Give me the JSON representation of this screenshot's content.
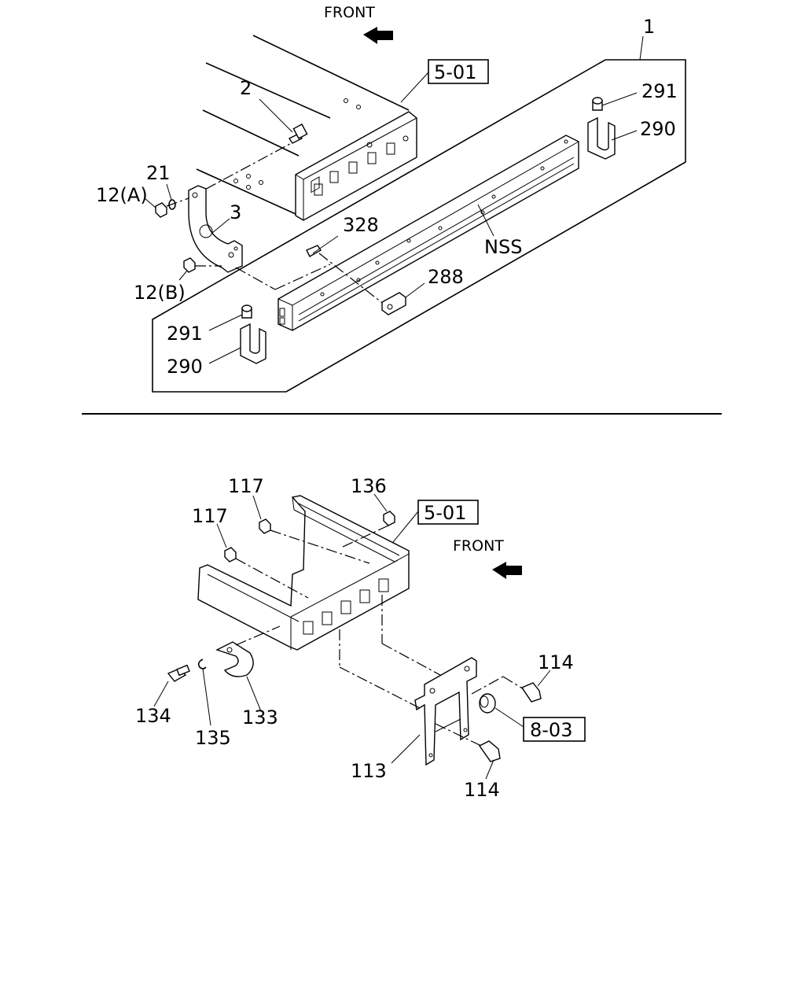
{
  "top_section": {
    "front_label": "FRONT",
    "ref_box": "5-01",
    "callouts": {
      "c1": "1",
      "c2": "2",
      "c21": "21",
      "c12a": "12(A)",
      "c3": "3",
      "c328": "328",
      "c12b": "12(B)",
      "c288": "288",
      "c291_right": "291",
      "c290_right": "290",
      "cnss": "NSS",
      "c291_left": "291",
      "c290_left": "290"
    }
  },
  "bottom_section": {
    "front_label": "FRONT",
    "ref_box_frame": "5-01",
    "ref_box_bracket": "8-03",
    "callouts": {
      "c117a": "117",
      "c117b": "117",
      "c136": "136",
      "c134": "134",
      "c135": "135",
      "c133": "133",
      "c113": "113",
      "c114_top": "114",
      "c114_bottom": "114"
    }
  }
}
